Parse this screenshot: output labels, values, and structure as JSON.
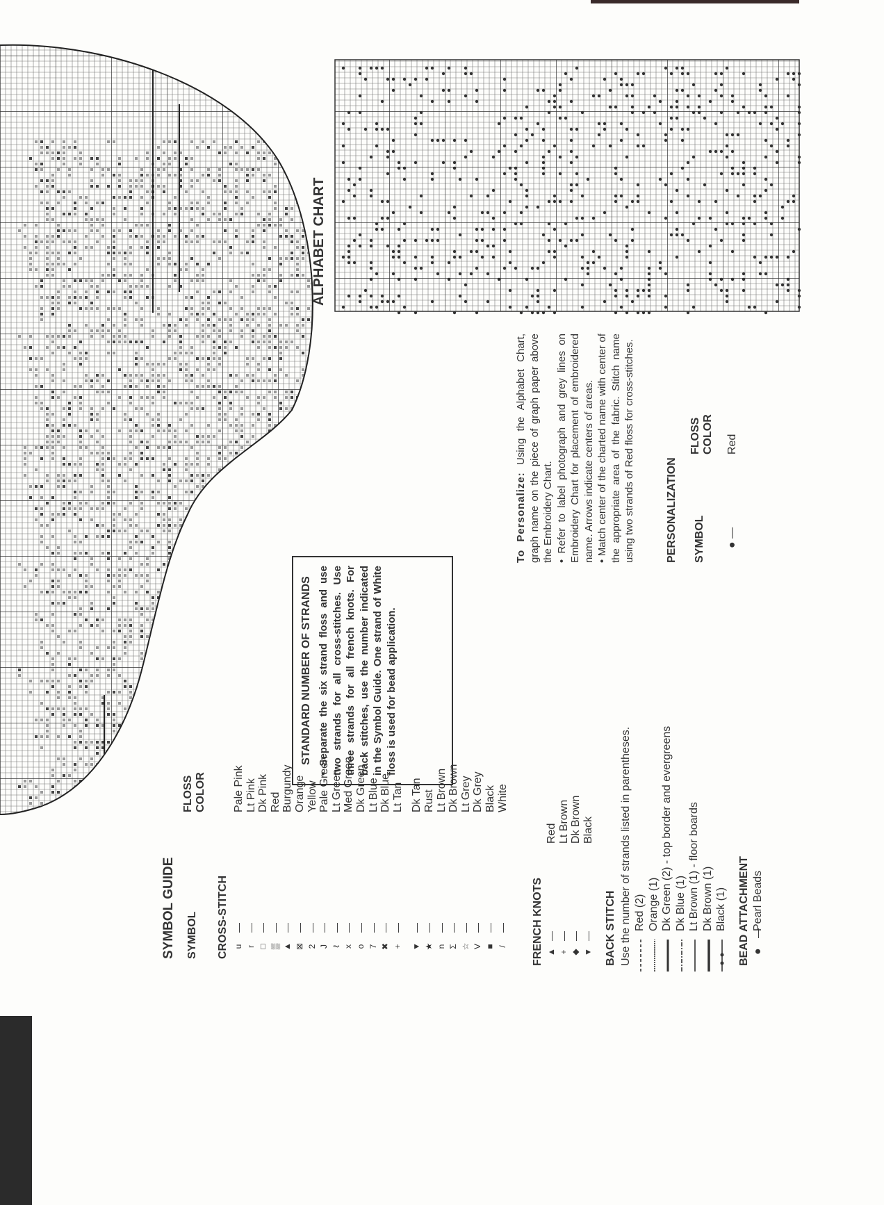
{
  "symbol_guide": {
    "title": "SYMBOL GUIDE",
    "symbol_header": "SYMBOL",
    "floss_header_1": "FLOSS",
    "floss_header_2": "COLOR",
    "cross_stitch": {
      "heading": "CROSS-STITCH",
      "items": [
        {
          "symbol": "u",
          "color": "Pale Pink"
        },
        {
          "symbol": "r",
          "color": "Lt Pink"
        },
        {
          "symbol": "□",
          "color": "Dk Pink"
        },
        {
          "symbol": "▒",
          "color": "Red"
        },
        {
          "symbol": "▲",
          "color": "Burgundy"
        },
        {
          "symbol": "⊠",
          "color": "Orange"
        },
        {
          "symbol": "2",
          "color": "Yellow"
        },
        {
          "symbol": "J",
          "color": "Pale Green"
        },
        {
          "symbol": "ℓ",
          "color": "Lt Green"
        },
        {
          "symbol": "x",
          "color": "Med Green"
        },
        {
          "symbol": "o",
          "color": "Dk Green"
        },
        {
          "symbol": "7",
          "color": "Lt Blue"
        },
        {
          "symbol": "✖",
          "color": "Dk Blue"
        },
        {
          "symbol": "+",
          "color": "Lt Tan"
        },
        {
          "symbol": "▼",
          "color": "Dk Tan"
        },
        {
          "symbol": "★",
          "color": "Rust"
        },
        {
          "symbol": "n",
          "color": "Lt Brown"
        },
        {
          "symbol": "Σ",
          "color": "Dk Brown"
        },
        {
          "symbol": "☆",
          "color": "Lt Grey"
        },
        {
          "symbol": "V",
          "color": "Dk Grey"
        },
        {
          "symbol": "■",
          "color": "Black"
        },
        {
          "symbol": "/",
          "color": "White"
        }
      ]
    },
    "french_knots": {
      "heading": "FRENCH KNOTS",
      "items": [
        {
          "symbol": "▲",
          "color": "Red"
        },
        {
          "symbol": "+",
          "color": "Lt Brown"
        },
        {
          "symbol": "◆",
          "color": "Dk Brown"
        },
        {
          "symbol": "▼",
          "color": "Black"
        }
      ]
    },
    "back_stitch": {
      "heading": "BACK STITCH",
      "note": "Use the number of strands listed in parentheses.",
      "items": [
        {
          "line": "dashed",
          "color": "Red (2)"
        },
        {
          "line": "wavy",
          "color": "Orange (1)"
        },
        {
          "line": "thick",
          "color": "Dk Green (2) - top border and evergreens"
        },
        {
          "line": "dash-dot",
          "color": "Dk Blue (1)"
        },
        {
          "line": "solid",
          "color": "Lt Brown (1) - floor boards"
        },
        {
          "line": "bold",
          "color": "Dk Brown (1)"
        },
        {
          "line": "beaded",
          "color": "Black (1)"
        }
      ]
    },
    "bead_attachment": {
      "heading": "BEAD ATTACHMENT",
      "items": [
        {
          "symbol": "●",
          "color": "Pearl Beads"
        }
      ]
    }
  },
  "strands_box": {
    "title": "STANDARD NUMBER OF STRANDS",
    "body": "• Separate the six strand floss and use two strands for all cross-stitches. Use three strands for all french knots. For back stitches, use the number indicated in the Symbol Guide. One strand of White floss is used for bead application."
  },
  "personalize": {
    "lead": "To Personalize:",
    "intro": " Using the Alphabet Chart, graph name on the piece of graph paper above the Embroidery Chart.",
    "bullet1": "• Refer to label photograph and grey lines on Embroidery Chart for placement of embroidered name. Arrows indicate centers of areas.",
    "bullet2": "• Match center of the charted name with center of the appropriate area of the fabric. Stitch name using two strands of Red floss for cross-stitches.",
    "heading": "PERSONALIZATION",
    "symbol_header": "SYMBOL",
    "floss_header_1": "FLOSS",
    "floss_header_2": "COLOR",
    "item": {
      "symbol": "● —",
      "color": "Red"
    }
  },
  "alphabet_chart": {
    "title": "ALPHABET CHART"
  },
  "colors": {
    "ink": "#333333",
    "grid": "#555555",
    "paper": "#fdfdfb",
    "scan_edge": "#2b2b2b"
  }
}
